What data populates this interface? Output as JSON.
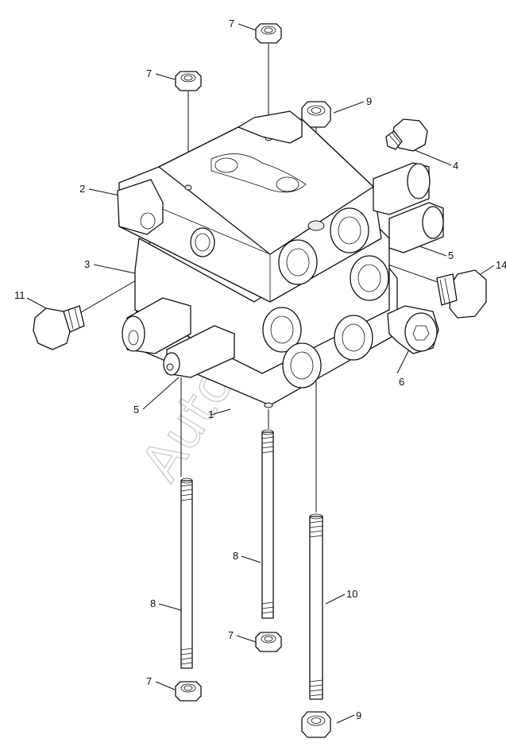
{
  "callouts": [
    {
      "id": "c-top-nut-7",
      "text": "7"
    },
    {
      "id": "c-left-nut-7",
      "text": "7"
    },
    {
      "id": "c-nut-9-top",
      "text": "9"
    },
    {
      "id": "c-plug-4",
      "text": "4"
    },
    {
      "id": "c-body-2",
      "text": "2"
    },
    {
      "id": "c-body-3",
      "text": "3"
    },
    {
      "id": "c-plug-5-right",
      "text": "5"
    },
    {
      "id": "c-plug-14",
      "text": "14"
    },
    {
      "id": "c-plug-11",
      "text": "11"
    },
    {
      "id": "c-plug-6",
      "text": "6"
    },
    {
      "id": "c-plug-5-left",
      "text": "5"
    },
    {
      "id": "c-assembly-1",
      "text": "1"
    },
    {
      "id": "c-stud-8-mid",
      "text": "8"
    },
    {
      "id": "c-stud-8-left",
      "text": "8"
    },
    {
      "id": "c-stud-10",
      "text": "10"
    },
    {
      "id": "c-nut-7-mid",
      "text": "7"
    },
    {
      "id": "c-nut-7-bottom",
      "text": "7"
    },
    {
      "id": "c-nut-9-bottom",
      "text": "9"
    }
  ],
  "watermark": "Auto.ru"
}
